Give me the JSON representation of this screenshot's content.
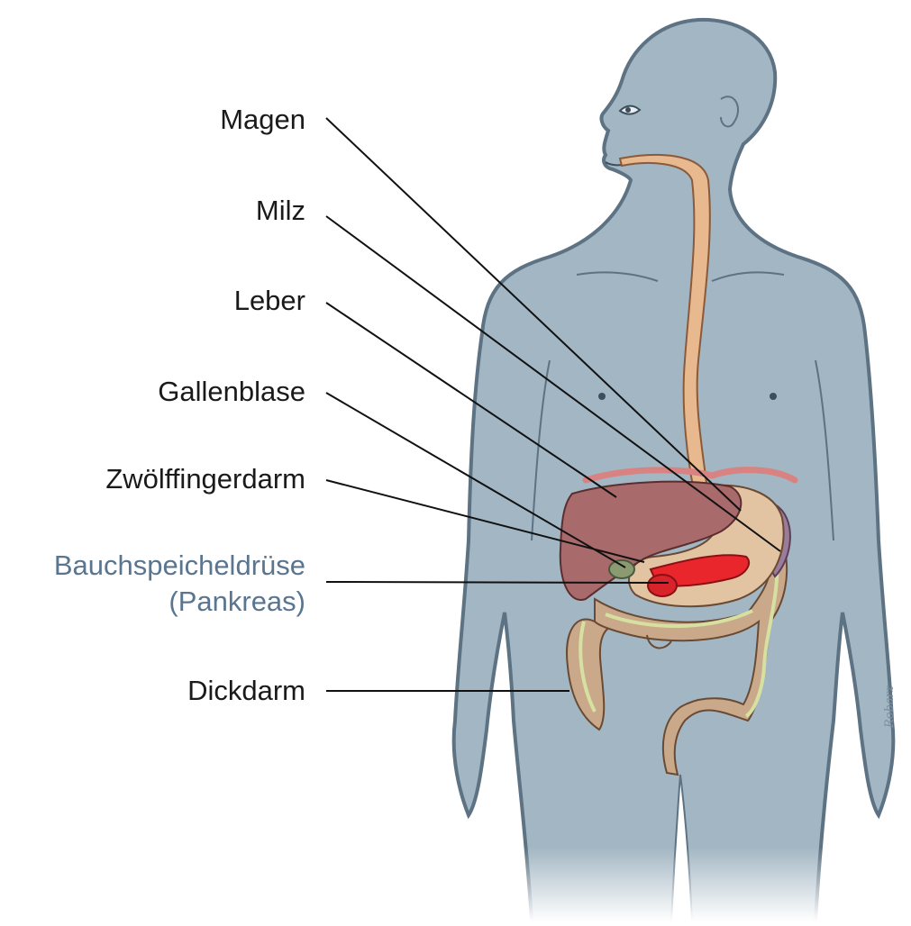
{
  "labels": {
    "magen": "Magen",
    "milz": "Milz",
    "leber": "Leber",
    "gallenblase": "Gallenblase",
    "zwoelffingerdarm": "Zwölffingerdarm",
    "bauchspeicheldruese_1": "Bauchspeicheldrüse",
    "bauchspeicheldruese_2": "(Pankreas)",
    "dickdarm": "Dickdarm"
  },
  "signature": "Robarz",
  "colors": {
    "body": "#a2b6c3",
    "body_outline": "#5d7283",
    "esophagus": "#e8b98e",
    "liver": "#a86a6a",
    "stomach": "#e2c4a2",
    "pancreas": "#e8262c",
    "intestine": "#c9a98a",
    "intestine_stripe": "#d6e0a0",
    "spleen": "#9b7c9a",
    "diaphragm": "#d98282",
    "label_highlight": "#5a7590",
    "label_text": "#1a1a1a"
  }
}
